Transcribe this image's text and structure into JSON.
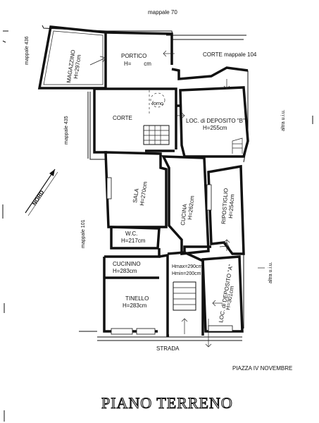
{
  "neighbors": {
    "top": "mappale 70",
    "left_top": "mappale 436",
    "left_mid": "mappale 435",
    "left_bottom": "mappale 101",
    "courtyard": "CORTE mappale 104",
    "right_top": "altra u.i.u.",
    "right_bottom": "altra u.i.u."
  },
  "north_label": "NORD",
  "rooms": {
    "magazzino": {
      "name": "MAGAZZINO",
      "height": "H=297cm"
    },
    "portico": {
      "name": "PORTICO",
      "height": "H=        cm"
    },
    "forno": {
      "name": "forno"
    },
    "corte": {
      "name": "CORTE"
    },
    "deposito_b": {
      "name": "LOC. di DEPOSITO \"B\"",
      "height": "H=255cm"
    },
    "sala": {
      "name": "SALA",
      "height": "H=270cm"
    },
    "cucina": {
      "name": "CUCINA",
      "height": "H=262cm"
    },
    "ripostiglio": {
      "name": "RIPOSTIGLIO",
      "height": "H=254cm"
    },
    "wc": {
      "name": "W.C.",
      "height": "H=217cm"
    },
    "cucinino": {
      "name": "CUCININO",
      "height": "H=283cm"
    },
    "stair_heights": {
      "hmax": "Hmax=290cm",
      "hmin": "Hmin=200cm"
    },
    "deposito_a": {
      "name": "LOC. di DEPOSITO \"A\"",
      "height": "H=301cm"
    },
    "tinello": {
      "name": "TINELLO",
      "height": "H=283cm"
    }
  },
  "street": "STRADA",
  "square": "PIAZZA IV NOVEMBRE",
  "floor_title": "PIANO TERRENO"
}
